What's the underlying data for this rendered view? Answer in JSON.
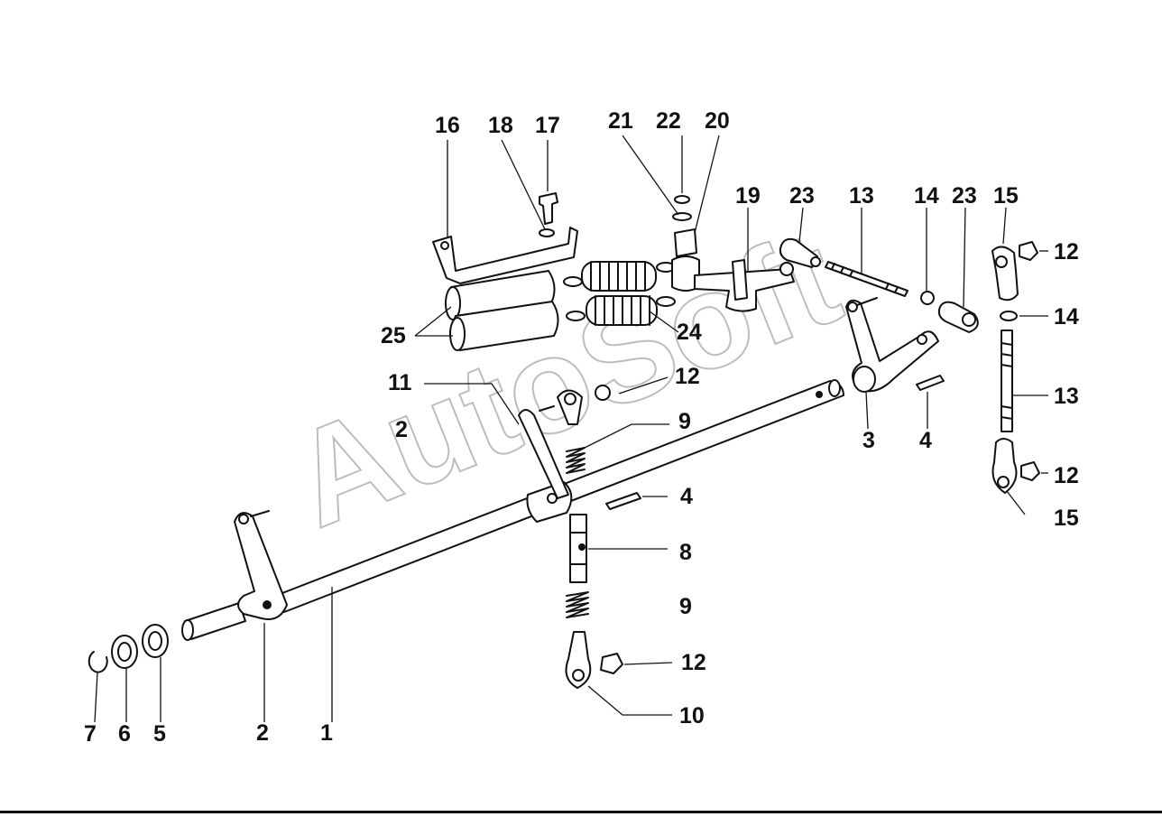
{
  "watermark": "AutoSoft",
  "labels": {
    "l1": "1",
    "l2a": "2",
    "l2b": "2",
    "l3": "3",
    "l4a": "4",
    "l4b": "4",
    "l5": "5",
    "l6": "6",
    "l7": "7",
    "l8": "8",
    "l9a": "9",
    "l9b": "9",
    "l10": "10",
    "l11": "11",
    "l12a": "12",
    "l12b": "12",
    "l12c": "12",
    "l12d": "12",
    "l13a": "13",
    "l13b": "13",
    "l14a": "14",
    "l14b": "14",
    "l15a": "15",
    "l15b": "15",
    "l16": "16",
    "l17": "17",
    "l18": "18",
    "l19": "19",
    "l20": "20",
    "l21": "21",
    "l22": "22",
    "l23a": "23",
    "l23b": "23",
    "l24": "24",
    "l25": "25"
  }
}
